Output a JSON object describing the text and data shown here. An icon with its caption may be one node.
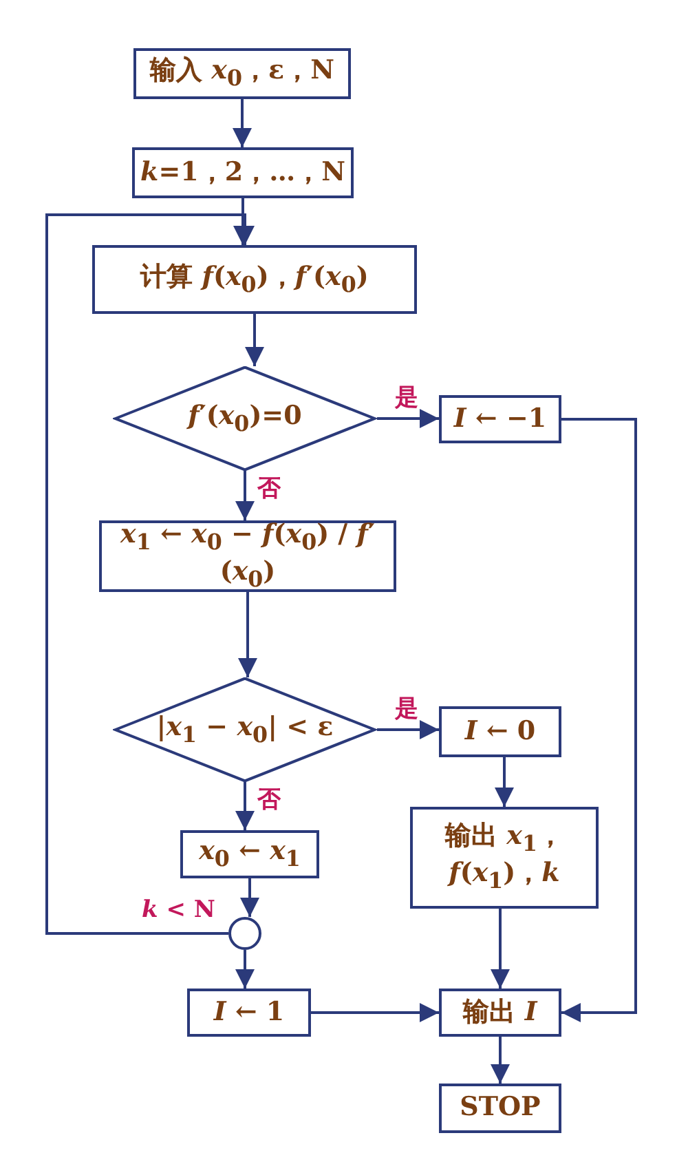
{
  "diagram": {
    "nodes": [
      {
        "text": [
          "输入 *x*$_{0}$，ε，N"
        ]
      },
      {
        "text": [
          "*k*=1，2，…，N"
        ]
      },
      {
        "text": [
          "计算 *f*(*x*$_{0}$)，*f*′(*x*$_{0}$)"
        ]
      },
      {
        "text": [
          "*f*′(*x*$_{0}$)=0"
        ]
      },
      {
        "text": [
          "*I* ← −1"
        ]
      },
      {
        "text": [
          "*x*$_{1}$ ← *x*$_{0}$ − *f*(*x*$_{0}$) / *f*′(*x*$_{0}$)"
        ]
      },
      {
        "text": [
          "|*x*$_{1}$ − *x*$_{0}$| < ε"
        ]
      },
      {
        "text": [
          "*I* ← 0"
        ]
      },
      {
        "text": [
          "*x*$_{0}$ ← *x*$_{1}$"
        ]
      },
      {
        "text": [
          "输出 *x*$_{1}$，*f*(*x*$_{1}$)，*k*"
        ]
      },
      {
        "text": [],
        "shape": "circle"
      },
      {
        "text": [
          "*I* ← 1"
        ]
      },
      {
        "text": [
          "输出 *I*"
        ]
      },
      {
        "text": [
          "STOP"
        ]
      }
    ],
    "edges": [
      {
        "from": 0,
        "to": 1,
        "arrow": "to"
      },
      {
        "from": 1,
        "to": 2,
        "arrow": "to"
      },
      {
        "from": 2,
        "to": 3,
        "arrow": "to"
      },
      {
        "from": 3,
        "to": 4,
        "label": "是",
        "arrow": "to"
      },
      {
        "from": 3,
        "to": 5,
        "label": "否",
        "arrow": "to"
      },
      {
        "from": 5,
        "to": 6,
        "arrow": "to"
      },
      {
        "from": 6,
        "to": 7,
        "label": "是",
        "arrow": "to"
      },
      {
        "from": 6,
        "to": 8,
        "label": "否",
        "arrow": "to"
      },
      {
        "from": 7,
        "to": 9,
        "arrow": "to"
      },
      {
        "from": 8,
        "to": 10,
        "arrow": "to"
      },
      {
        "from": 10,
        "to": 2,
        "label": "*k* < N",
        "arrow": "to"
      },
      {
        "from": 10,
        "to": 11,
        "arrow": "to"
      },
      {
        "from": 11,
        "to": 12,
        "arrow": "to"
      },
      {
        "from": 9,
        "to": 12,
        "arrow": "to"
      },
      {
        "from": 4,
        "to": 12,
        "arrow": "to"
      },
      {
        "from": 12,
        "to": 13,
        "arrow": "to"
      }
    ]
  }
}
